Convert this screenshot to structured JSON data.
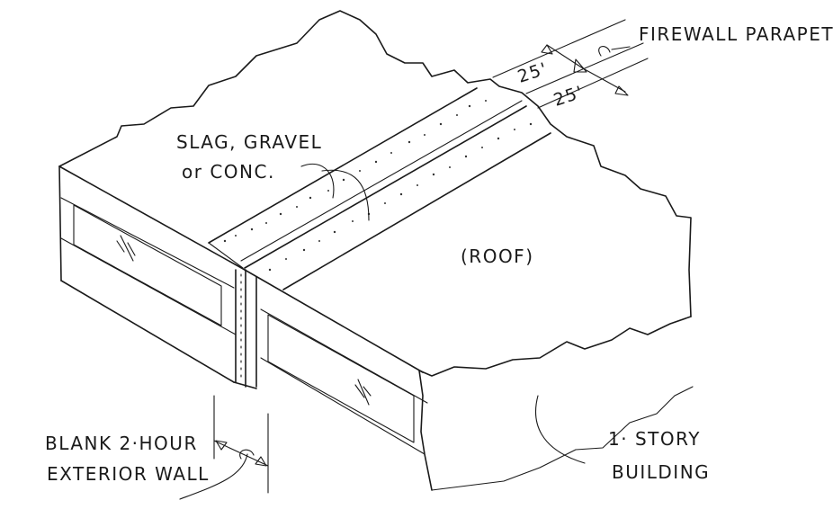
{
  "labels": {
    "firewall": "FIREWALL PARAPET",
    "dim_a": "25'",
    "dim_b": "25'",
    "surface_1": "SLAG, GRAVEL",
    "surface_2": "or CONC.",
    "roof": "(ROOF)",
    "wall_1": "BLANK 2·HOUR",
    "wall_2": "EXTERIOR WALL",
    "building_1": "1· STORY",
    "building_2": "BUILDING"
  }
}
